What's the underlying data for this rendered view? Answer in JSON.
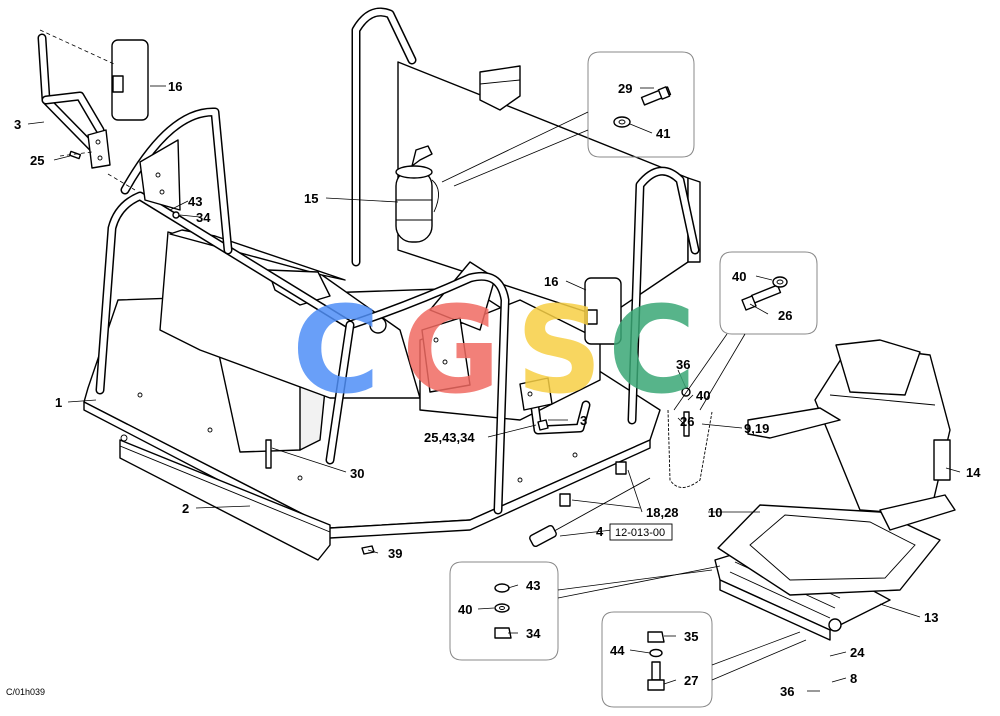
{
  "labels": {
    "l1": "1",
    "l2": "2",
    "l3a": "3",
    "l3b": "3",
    "l4": "4",
    "l8": "8",
    "l9_19": "9,19",
    "l10": "10",
    "l13": "13",
    "l14": "14",
    "l15": "15",
    "l16a": "16",
    "l16b": "16",
    "l18_28": "18,28",
    "l24": "24",
    "l25": "25",
    "l25_43_34": "25,43,34",
    "l26a": "26",
    "l26b": "26",
    "l27": "27",
    "l29": "29",
    "l30": "30",
    "l34a": "34",
    "l34b": "34",
    "l35": "35",
    "l36a": "36",
    "l36b": "36",
    "l39": "39",
    "l40a": "40",
    "l40b": "40",
    "l40c": "40",
    "l41": "41",
    "l43a": "43",
    "l43b": "43",
    "l44": "44"
  },
  "reference_box": "12-013-00",
  "drawing_number": "C/01h039",
  "watermark": {
    "letters": [
      "C",
      "G",
      "S",
      "C"
    ],
    "colors": [
      "#4f8ff7",
      "#f06a62",
      "#f7cf45",
      "#3aa876"
    ]
  }
}
